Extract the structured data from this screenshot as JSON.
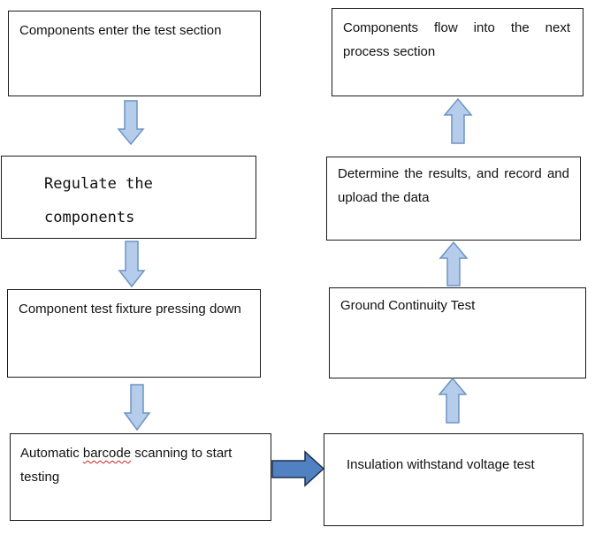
{
  "steps": {
    "enter": "Components enter the test section",
    "regulate": "Regulate the components",
    "fixture": "Component test fixture pressing down",
    "barcode_pre": "Automatic ",
    "barcode_word": "barcode",
    "barcode_post": " scanning to start testing",
    "insulation": "Insulation withstand voltage test",
    "ground": "Ground Continuity Test",
    "determine": "Determine the results, and record and upload the data",
    "next": "Components flow into the next process section"
  },
  "colors": {
    "arrow_fill": "#b5cdea",
    "arrow_stroke": "#6d93c4",
    "arrow_strong_fill": "#4f81c3",
    "arrow_strong_stroke": "#1f2f48",
    "box_border": "#1a1a1a"
  }
}
